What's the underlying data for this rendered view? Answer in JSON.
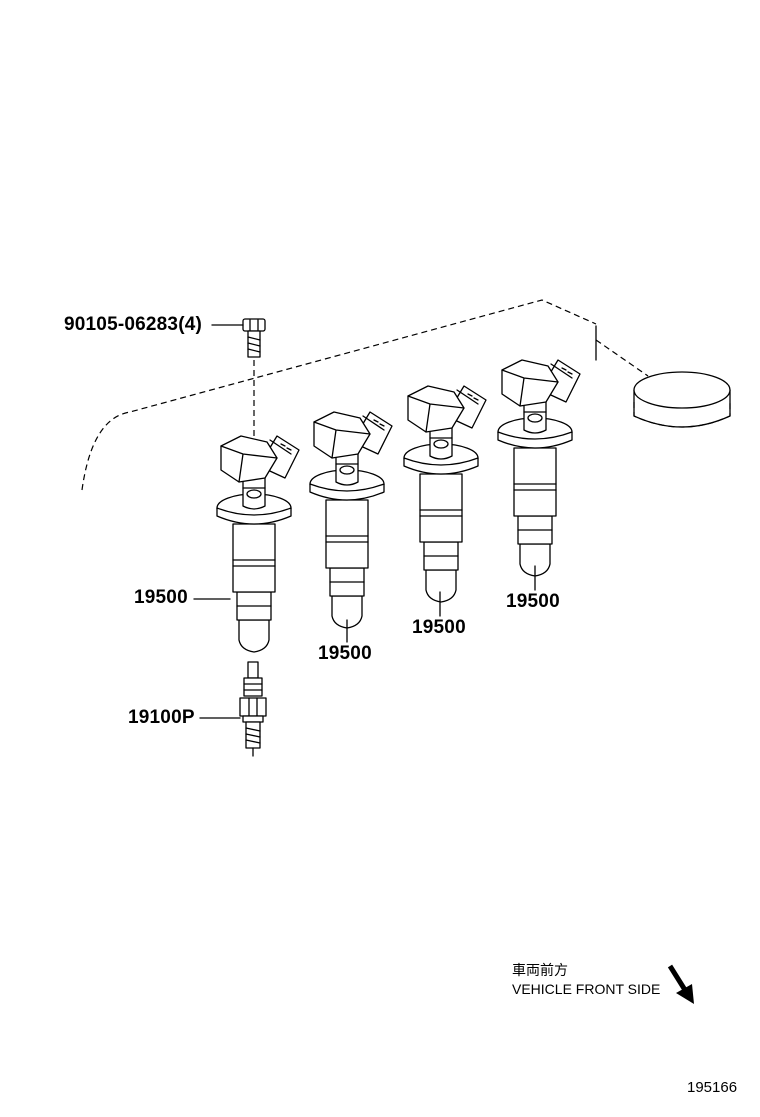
{
  "callouts": {
    "bolt": "90105-06283(4)",
    "coil_1": "19500",
    "coil_2": "19500",
    "coil_3": "19500",
    "coil_4": "19500",
    "plug": "19100P"
  },
  "direction": {
    "japanese": "車両前方",
    "english": "VEHICLE FRONT SIDE"
  },
  "figure_id": "195166",
  "colors": {
    "line": "#000000",
    "background": "#ffffff"
  }
}
